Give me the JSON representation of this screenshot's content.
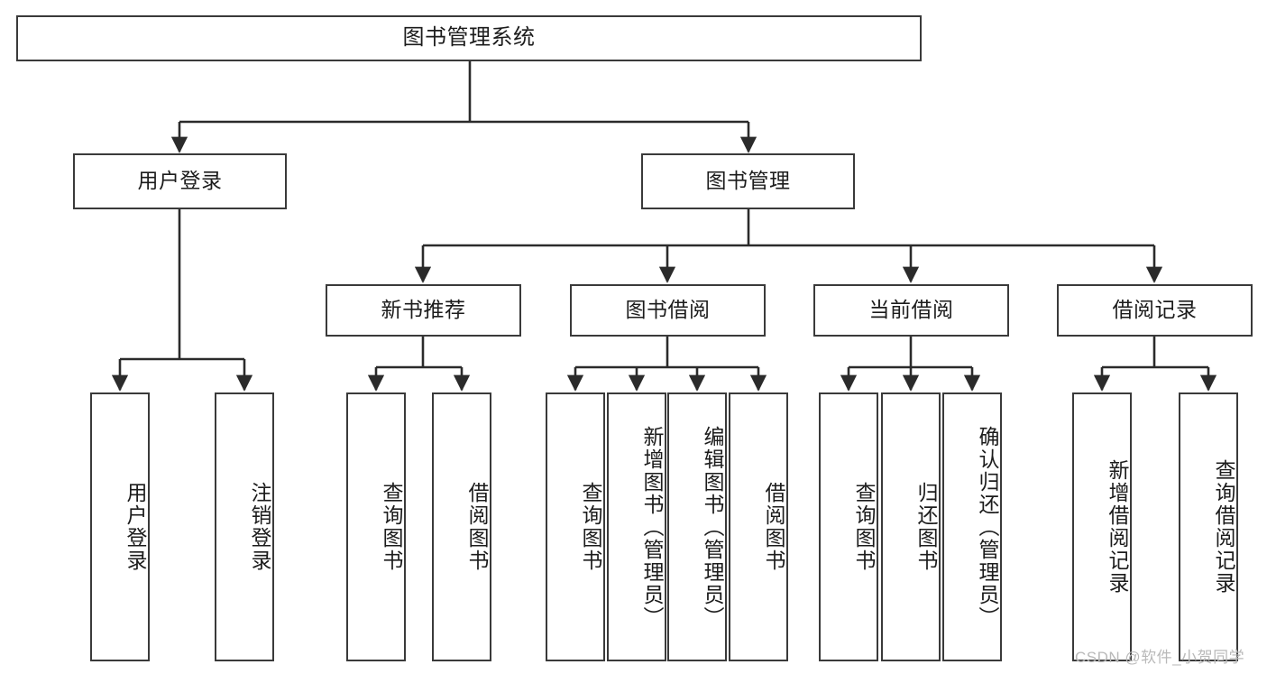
{
  "diagram": {
    "title": "图书管理系统",
    "watermark": "CSDN @软件_小贺同学",
    "colors": {
      "box_border": "#3a3a3a",
      "box_fill": "#ffffff",
      "connector": "#2b2b2b",
      "text": "#1c1c1c",
      "watermark": "#b9b9b9",
      "background": "#ffffff"
    },
    "root": {
      "label": "图书管理系统"
    },
    "level2": [
      {
        "label": "用户登录"
      },
      {
        "label": "图书管理"
      }
    ],
    "level3": [
      {
        "label": "新书推荐"
      },
      {
        "label": "图书借阅"
      },
      {
        "label": "当前借阅"
      },
      {
        "label": "借阅记录"
      }
    ],
    "leaves": {
      "user_login": [
        {
          "label": "用户登录"
        },
        {
          "label": "注销登录"
        }
      ],
      "new_book_recommend": [
        {
          "label": "查询图书"
        },
        {
          "label": "借阅图书"
        }
      ],
      "book_borrow": [
        {
          "label": "查询图书"
        },
        {
          "label": "新增图书（管理员）"
        },
        {
          "label": "编辑图书（管理员）"
        },
        {
          "label": "借阅图书"
        }
      ],
      "current_borrow": [
        {
          "label": "查询图书"
        },
        {
          "label": "归还图书"
        },
        {
          "label": "确认归还（管理员）"
        }
      ],
      "borrow_records": [
        {
          "label": "新增借阅记录"
        },
        {
          "label": "查询借阅记录"
        }
      ]
    }
  }
}
